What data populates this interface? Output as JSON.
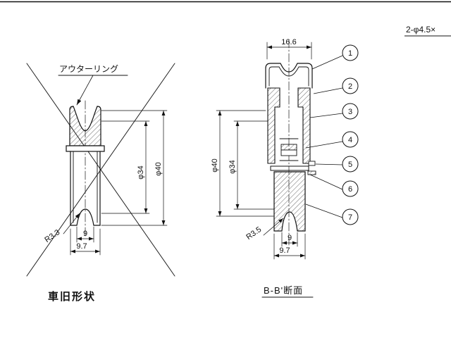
{
  "note_top_right": "2-φ4.5×",
  "left_view": {
    "title": "車旧形状",
    "label_outer_ring": "アウターリング",
    "dim_dia34": "φ34",
    "dim_dia40": "φ40",
    "dim_radius": "R3.3",
    "dim_groove_width": "9",
    "dim_body_width": "9.7"
  },
  "right_view": {
    "title": "B-B'断面",
    "dim_overall_width": "16.6",
    "dim_dia40": "φ40",
    "dim_dia34": "φ34",
    "dim_radius": "R3.5",
    "dim_groove_width": "9",
    "dim_body_width": "9.7"
  },
  "balloons": [
    "1",
    "2",
    "3",
    "4",
    "5",
    "6",
    "7"
  ]
}
